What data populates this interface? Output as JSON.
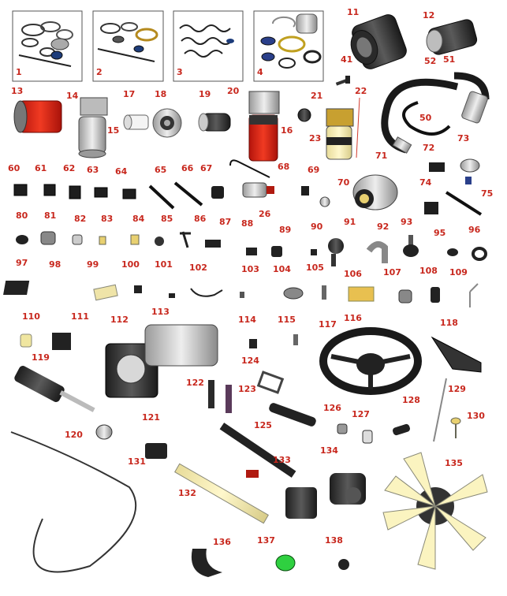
{
  "diagram": {
    "label_color": "#c8281e",
    "labels": [
      {
        "id": "l1",
        "text": "1"
      },
      {
        "id": "l2",
        "text": "2"
      },
      {
        "id": "l3",
        "text": "3"
      },
      {
        "id": "l4",
        "text": "4"
      },
      {
        "id": "l11",
        "text": "11"
      },
      {
        "id": "l12",
        "text": "12"
      },
      {
        "id": "l13",
        "text": "13"
      },
      {
        "id": "l14",
        "text": "14"
      },
      {
        "id": "l15",
        "text": "15"
      },
      {
        "id": "l16",
        "text": "16"
      },
      {
        "id": "l17",
        "text": "17"
      },
      {
        "id": "l18",
        "text": "18"
      },
      {
        "id": "l19",
        "text": "19"
      },
      {
        "id": "l20",
        "text": "20"
      },
      {
        "id": "l21",
        "text": "21"
      },
      {
        "id": "l22",
        "text": "22"
      },
      {
        "id": "l23",
        "text": "23"
      },
      {
        "id": "l26",
        "text": "26"
      },
      {
        "id": "l41",
        "text": "41"
      },
      {
        "id": "l50",
        "text": "50"
      },
      {
        "id": "l51",
        "text": "51"
      },
      {
        "id": "l52",
        "text": "52"
      },
      {
        "id": "l60",
        "text": "60"
      },
      {
        "id": "l61",
        "text": "61"
      },
      {
        "id": "l62",
        "text": "62"
      },
      {
        "id": "l63",
        "text": "63"
      },
      {
        "id": "l64",
        "text": "64"
      },
      {
        "id": "l65",
        "text": "65"
      },
      {
        "id": "l66",
        "text": "66"
      },
      {
        "id": "l67",
        "text": "67"
      },
      {
        "id": "l68",
        "text": "68"
      },
      {
        "id": "l69",
        "text": "69"
      },
      {
        "id": "l70",
        "text": "70"
      },
      {
        "id": "l71",
        "text": "71"
      },
      {
        "id": "l72",
        "text": "72"
      },
      {
        "id": "l73",
        "text": "73"
      },
      {
        "id": "l74",
        "text": "74"
      },
      {
        "id": "l75",
        "text": "75"
      },
      {
        "id": "l80",
        "text": "80"
      },
      {
        "id": "l81",
        "text": "81"
      },
      {
        "id": "l82",
        "text": "82"
      },
      {
        "id": "l83",
        "text": "83"
      },
      {
        "id": "l84",
        "text": "84"
      },
      {
        "id": "l85",
        "text": "85"
      },
      {
        "id": "l86",
        "text": "86"
      },
      {
        "id": "l87",
        "text": "87"
      },
      {
        "id": "l88",
        "text": "88"
      },
      {
        "id": "l89",
        "text": "89"
      },
      {
        "id": "l90",
        "text": "90"
      },
      {
        "id": "l91",
        "text": "91"
      },
      {
        "id": "l92",
        "text": "92"
      },
      {
        "id": "l93",
        "text": "93"
      },
      {
        "id": "l95",
        "text": "95"
      },
      {
        "id": "l96",
        "text": "96"
      },
      {
        "id": "l97",
        "text": "97"
      },
      {
        "id": "l98",
        "text": "98"
      },
      {
        "id": "l99",
        "text": "99"
      },
      {
        "id": "l100",
        "text": "100"
      },
      {
        "id": "l101",
        "text": "101"
      },
      {
        "id": "l102",
        "text": "102"
      },
      {
        "id": "l103",
        "text": "103"
      },
      {
        "id": "l104",
        "text": "104"
      },
      {
        "id": "l105",
        "text": "105"
      },
      {
        "id": "l106",
        "text": "106"
      },
      {
        "id": "l107",
        "text": "107"
      },
      {
        "id": "l108",
        "text": "108"
      },
      {
        "id": "l109",
        "text": "109"
      },
      {
        "id": "l110",
        "text": "110"
      },
      {
        "id": "l111",
        "text": "111"
      },
      {
        "id": "l112",
        "text": "112"
      },
      {
        "id": "l113",
        "text": "113"
      },
      {
        "id": "l114",
        "text": "114"
      },
      {
        "id": "l115",
        "text": "115"
      },
      {
        "id": "l116",
        "text": "116"
      },
      {
        "id": "l117",
        "text": "117"
      },
      {
        "id": "l118",
        "text": "118"
      },
      {
        "id": "l119",
        "text": "119"
      },
      {
        "id": "l120",
        "text": "120"
      },
      {
        "id": "l121",
        "text": "121"
      },
      {
        "id": "l122",
        "text": "122"
      },
      {
        "id": "l123",
        "text": "123"
      },
      {
        "id": "l124",
        "text": "124"
      },
      {
        "id": "l125",
        "text": "125"
      },
      {
        "id": "l126",
        "text": "126"
      },
      {
        "id": "l127",
        "text": "127"
      },
      {
        "id": "l128",
        "text": "128"
      },
      {
        "id": "l129",
        "text": "129"
      },
      {
        "id": "l130",
        "text": "130"
      },
      {
        "id": "l131",
        "text": "131"
      },
      {
        "id": "l132",
        "text": "132"
      },
      {
        "id": "l133",
        "text": "133"
      },
      {
        "id": "l134",
        "text": "134"
      },
      {
        "id": "l135",
        "text": "135"
      },
      {
        "id": "l136",
        "text": "136"
      },
      {
        "id": "l137",
        "text": "137"
      },
      {
        "id": "l138",
        "text": "138"
      }
    ]
  }
}
